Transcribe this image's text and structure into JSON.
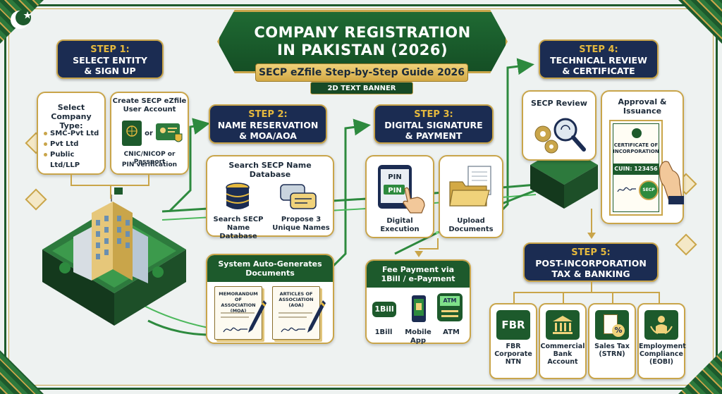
{
  "title": {
    "line1": "COMPANY REGISTRATION",
    "line2": "IN PAKISTAN (2026)",
    "subtitle": "SECP eZfile Step-by-Step Guide 2026",
    "subtitle2": "2D TEXT BANNER"
  },
  "colors": {
    "green": "#1d5a2c",
    "navy": "#1b2c52",
    "gold": "#c9a54a",
    "background": "#eef2f1"
  },
  "step1": {
    "num": "STEP 1:",
    "title1": "SELECT ENTITY",
    "title2": "& SIGN UP",
    "card_a": {
      "title1": "Select",
      "title2": "Company Type:",
      "options": [
        "SMC-Pvt Ltd",
        "Pvt Ltd",
        "Public Ltd/LLP"
      ]
    },
    "card_b": {
      "title1": "Create SECP eZfile",
      "title2": "User Account",
      "or": "or",
      "line1": "CNIC/NICOP or Passport",
      "line2": "PIN verification",
      "icons": [
        "passport-icon",
        "id-card-icon"
      ]
    }
  },
  "step2": {
    "num": "STEP 2:",
    "title1": "NAME RESERVATION",
    "title2": "& MOA/AOA",
    "card_a": {
      "title1": "Search SECP Name",
      "title2": "Database",
      "item1_line1": "Search SECP",
      "item1_line2": "Name Database",
      "item2_line1": "Propose 3",
      "item2_line2": "Unique Names",
      "icons": [
        "database-icon",
        "chat-bubbles-icon"
      ]
    },
    "card_b": {
      "title1": "System Auto-Generates",
      "title2": "Documents",
      "doc1_line1": "MEMORANDUM",
      "doc1_line2": "OF ASSOCIATION",
      "doc1_line3": "(MOA)",
      "doc2_line1": "ARTICLES OF",
      "doc2_line2": "ASSOCIATION",
      "doc2_line3": "(AOA)",
      "icons": [
        "pen-icon",
        "signature-icon"
      ]
    }
  },
  "step3": {
    "num": "STEP 3:",
    "title1": "DIGITAL SIGNATURE",
    "title2": "& PAYMENT",
    "card_a": {
      "label1": "Digital",
      "label2": "Execution",
      "pin1": "PIN",
      "pin2": "PIN",
      "icons": [
        "tablet-icon",
        "hand-icon"
      ]
    },
    "card_b": {
      "label1": "Upload",
      "label2": "Documents",
      "icons": [
        "folder-icon",
        "documents-icon"
      ]
    },
    "card_c": {
      "title1": "Fee Payment via",
      "title2": "1Bill / e-Payment",
      "logo": "1Bill",
      "labels": [
        "1Bill",
        "Mobile App",
        "ATM"
      ],
      "atm_text": "ATM",
      "icons": [
        "mobile-app-icon",
        "atm-icon"
      ]
    }
  },
  "step4": {
    "num": "STEP 4:",
    "title1": "TECHNICAL REVIEW",
    "title2": "& CERTIFICATE",
    "card_a": {
      "title": "SECP Review",
      "icons": [
        "gears-icon",
        "magnifier-icon"
      ]
    },
    "card_b": {
      "title1": "Approval &",
      "title2": "Issuance",
      "cert_title1": "CERTIFICATE OF",
      "cert_title2": "INCORPORATION",
      "cuin": "CUIN: 123456",
      "seal": "SECP",
      "icons": [
        "certificate-icon",
        "seal-icon",
        "hand-icon"
      ]
    }
  },
  "step5": {
    "num": "STEP 5:",
    "title1": "POST-INCORPORATION",
    "title2": "TAX & BANKING",
    "items": [
      {
        "icon_text": "FBR",
        "line1": "FBR",
        "line2": "Corporate",
        "line3": "NTN",
        "icon": "fbr-logo-icon"
      },
      {
        "icon_text": "",
        "line1": "Commercial",
        "line2": "Bank Account",
        "line3": "",
        "icon": "bank-icon"
      },
      {
        "icon_text": "%",
        "line1": "Sales Tax",
        "line2": "(STRN)",
        "line3": "",
        "icon": "tax-document-icon"
      },
      {
        "icon_text": "",
        "line1": "Employment",
        "line2": "Compliance",
        "line3": "(EOBI)",
        "icon": "worker-icon"
      }
    ]
  }
}
